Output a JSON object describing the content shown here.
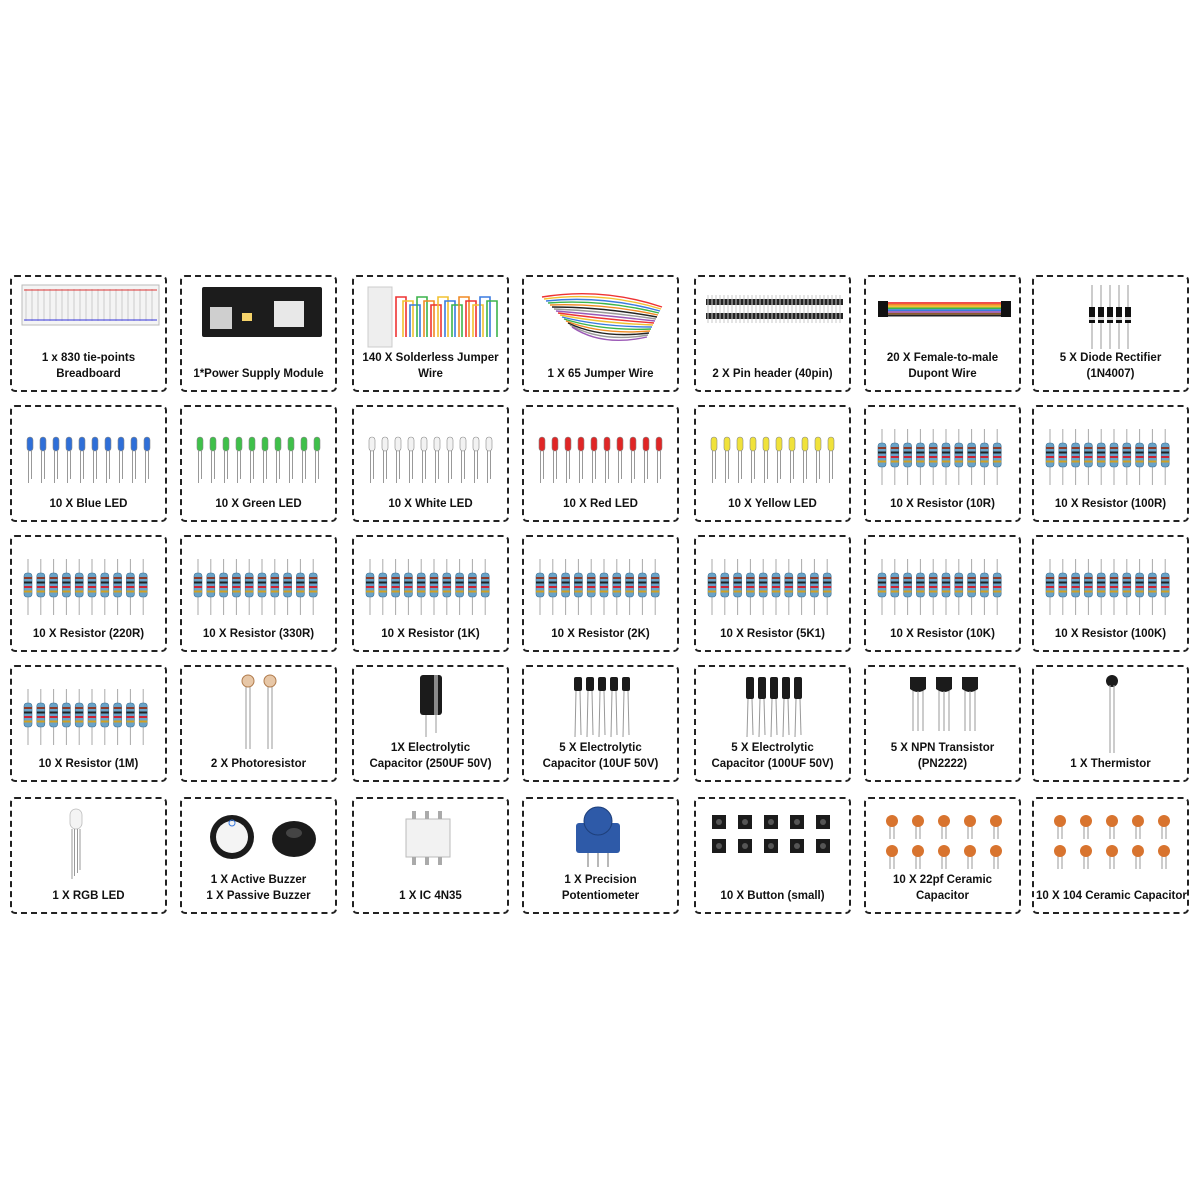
{
  "colors": {
    "border": "#222222",
    "led_blue": "#2f6fd8",
    "led_green": "#3fc04a",
    "led_white": "#f2f2f2",
    "led_red": "#e02626",
    "led_yellow": "#f0e23a",
    "resistor_body": "#6aa3c8",
    "ceramic": "#d8742f",
    "pot_blue": "#2e5aa8"
  },
  "items": [
    {
      "icon": "breadboard-icon",
      "lines": [
        "1 x 830 tie-points",
        "Breadboard"
      ]
    },
    {
      "icon": "power-module-icon",
      "lines": [
        "1*Power Supply Module"
      ]
    },
    {
      "icon": "jumper-kit-icon",
      "lines": [
        "140 X Solderless Jumper",
        "Wire"
      ]
    },
    {
      "icon": "jumper-wire-bundle-icon",
      "lines": [
        "1 X 65 Jumper Wire"
      ]
    },
    {
      "icon": "pin-header-icon",
      "lines": [
        "2 X Pin header (40pin)"
      ]
    },
    {
      "icon": "dupont-wire-icon",
      "lines": [
        "20 X Female-to-male",
        "Dupont Wire"
      ]
    },
    {
      "icon": "diode-icon",
      "lines": [
        "5 X Diode Rectifier",
        "(1N4007)"
      ]
    },
    {
      "icon": "blue-led-icon",
      "lines": [
        "10 X Blue LED"
      ],
      "led": "led_blue"
    },
    {
      "icon": "green-led-icon",
      "lines": [
        "10 X Green LED"
      ],
      "led": "led_green"
    },
    {
      "icon": "white-led-icon",
      "lines": [
        "10 X White LED"
      ],
      "led": "led_white"
    },
    {
      "icon": "red-led-icon",
      "lines": [
        "10 X Red LED"
      ],
      "led": "led_red"
    },
    {
      "icon": "yellow-led-icon",
      "lines": [
        "10 X Yellow LED"
      ],
      "led": "led_yellow"
    },
    {
      "icon": "resistor-icon",
      "lines": [
        "10 X Resistor (10R)"
      ]
    },
    {
      "icon": "resistor-icon",
      "lines": [
        "10 X Resistor (100R)"
      ]
    },
    {
      "icon": "resistor-icon",
      "lines": [
        "10 X Resistor (220R)"
      ]
    },
    {
      "icon": "resistor-icon",
      "lines": [
        "10 X Resistor (330R)"
      ]
    },
    {
      "icon": "resistor-icon",
      "lines": [
        "10 X Resistor (1K)"
      ]
    },
    {
      "icon": "resistor-icon",
      "lines": [
        "10 X Resistor (2K)"
      ]
    },
    {
      "icon": "resistor-icon",
      "lines": [
        "10 X Resistor (5K1)"
      ]
    },
    {
      "icon": "resistor-icon",
      "lines": [
        "10 X Resistor (10K)"
      ]
    },
    {
      "icon": "resistor-icon",
      "lines": [
        "10 X Resistor (100K)"
      ]
    },
    {
      "icon": "resistor-icon",
      "lines": [
        "10 X Resistor (1M)"
      ]
    },
    {
      "icon": "photoresistor-icon",
      "lines": [
        "2 X Photoresistor"
      ]
    },
    {
      "icon": "large-capacitor-icon",
      "lines": [
        "1X Electrolytic",
        "Capacitor (250UF 50V)"
      ]
    },
    {
      "icon": "small-capacitor-icon",
      "lines": [
        "5 X Electrolytic",
        "Capacitor (10UF 50V)"
      ]
    },
    {
      "icon": "medium-capacitor-icon",
      "lines": [
        "5 X Electrolytic",
        "Capacitor (100UF 50V)"
      ]
    },
    {
      "icon": "transistor-icon",
      "lines": [
        "5 X NPN Transistor",
        "(PN2222)"
      ]
    },
    {
      "icon": "thermistor-icon",
      "lines": [
        "1 X Thermistor"
      ]
    },
    {
      "icon": "rgb-led-icon",
      "lines": [
        "1 X RGB LED"
      ]
    },
    {
      "icon": "buzzer-icon",
      "lines": [
        "1 X Active Buzzer",
        "1 X Passive Buzzer"
      ]
    },
    {
      "icon": "ic-chip-icon",
      "lines": [
        "1 X IC 4N35"
      ]
    },
    {
      "icon": "potentiometer-icon",
      "lines": [
        "1 X Precision",
        "Potentiometer"
      ]
    },
    {
      "icon": "button-icon",
      "lines": [
        "10 X Button (small)"
      ]
    },
    {
      "icon": "ceramic-capacitor-icon",
      "lines": [
        "10 X 22pf Ceramic",
        "Capacitor"
      ]
    },
    {
      "icon": "ceramic-capacitor-icon",
      "lines": [
        "10 X 104 Ceramic Capacitor"
      ]
    }
  ]
}
